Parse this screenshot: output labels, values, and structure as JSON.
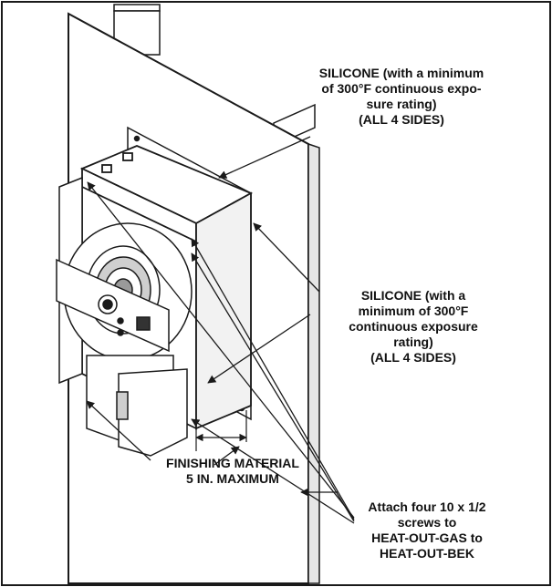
{
  "callouts": {
    "silicone_top": {
      "lines": [
        "SILICONE (with a minimum",
        "of 300°F continuous expo-",
        "sure rating)",
        "(ALL 4 SIDES)"
      ]
    },
    "silicone_side": {
      "lines": [
        "SILICONE (with a",
        "minimum of 300°F",
        "continuous exposure",
        "rating)",
        "(ALL 4 SIDES)"
      ]
    },
    "finishing": {
      "lines": [
        "FINISHING MATERIAL",
        "5 IN. MAXIMUM"
      ]
    },
    "screws": {
      "lines": [
        "Attach four 10 x 1/2",
        "screws to",
        "HEAT-OUT-GAS to",
        "HEAT-OUT-BEK"
      ]
    }
  },
  "colors": {
    "line": "#1a1a1a",
    "fill": "#ffffff",
    "shade": "#d9d9d9"
  }
}
